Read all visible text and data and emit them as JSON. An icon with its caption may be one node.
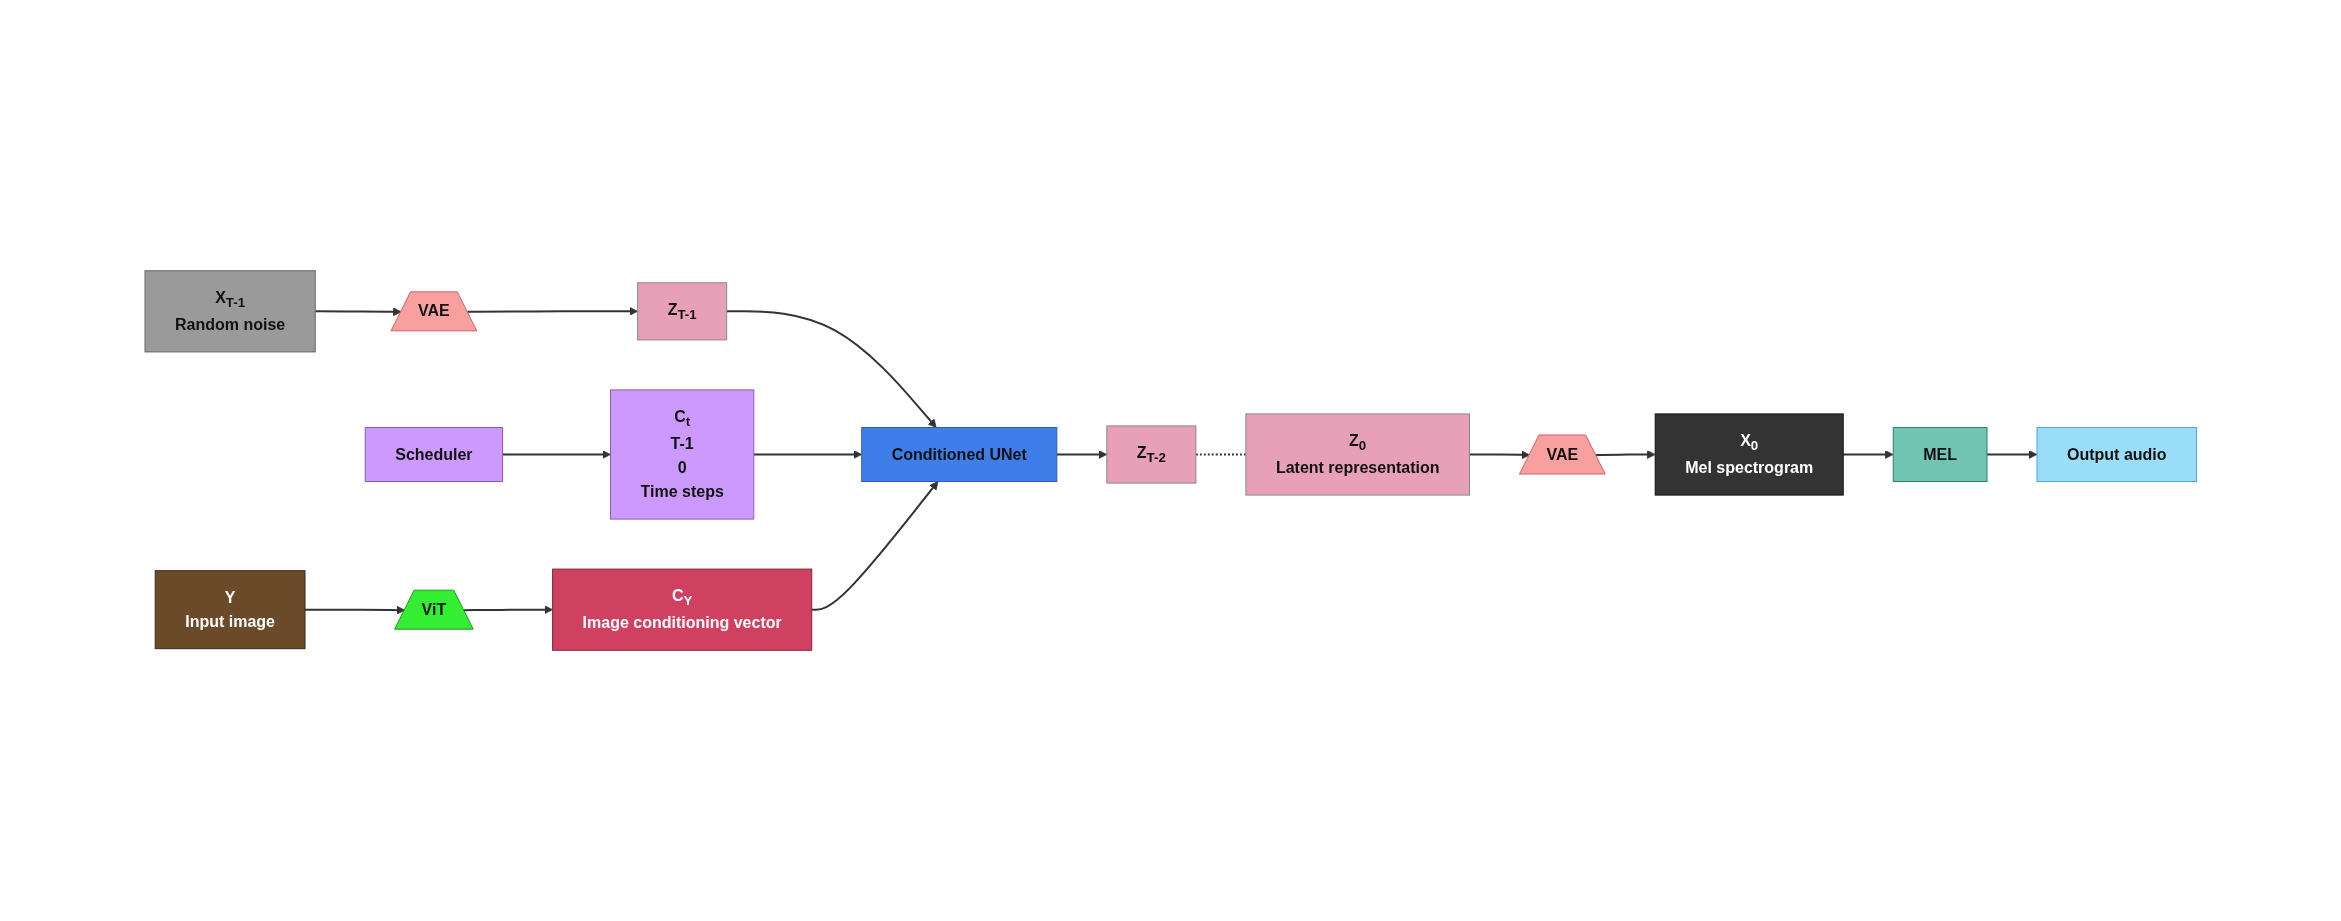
{
  "diagram": {
    "nodes": [
      {
        "text": [
          "X$_{T-1}$",
          "Random noise"
        ]
      },
      {
        "text": [
          "VAE"
        ]
      },
      {
        "text": [
          "Z$_{T-1}$"
        ]
      },
      {
        "text": [
          "Conditioned UNet"
        ]
      },
      {
        "text": [
          "Z$_{T-2}$"
        ]
      },
      {
        "text": [
          "Z$_{0}$",
          "Latent representation"
        ]
      },
      {
        "text": [
          "VAE"
        ]
      },
      {
        "text": [
          "X$_{0}$",
          "Mel spectrogram"
        ]
      },
      {
        "text": [
          "MEL"
        ]
      },
      {
        "text": [
          "Output audio"
        ]
      },
      {
        "text": [
          "Scheduler"
        ]
      },
      {
        "text": [
          "C$_{t}$",
          "T-1",
          "0",
          "Time steps"
        ]
      },
      {
        "text": [
          "C$_{Y}$",
          "Image conditioning vector"
        ]
      },
      {
        "text": [
          "ViT"
        ]
      },
      {
        "text": [
          "Y",
          "Input image"
        ]
      }
    ],
    "edges": [
      {
        "from": 0,
        "to": 1,
        "arrow": "to"
      },
      {
        "from": 1,
        "to": 2,
        "arrow": "to"
      },
      {
        "from": 2,
        "to": 3,
        "arrow": "to"
      },
      {
        "from": 11,
        "to": 3,
        "arrow": "to"
      },
      {
        "from": 3,
        "to": 4,
        "arrow": "to"
      },
      {
        "from": 4,
        "to": 5,
        "arrow": "none",
        "style": "dashed"
      },
      {
        "from": 5,
        "to": 6,
        "arrow": "to"
      },
      {
        "from": 6,
        "to": 7,
        "arrow": "to"
      },
      {
        "from": 7,
        "to": 8,
        "arrow": "to"
      },
      {
        "from": 8,
        "to": 9,
        "arrow": "to"
      },
      {
        "from": 10,
        "to": 11,
        "arrow": "to"
      },
      {
        "from": 14,
        "to": 13,
        "arrow": "to"
      },
      {
        "from": 13,
        "to": 12,
        "arrow": "to"
      },
      {
        "from": 12,
        "to": 3,
        "arrow": "to"
      }
    ]
  }
}
